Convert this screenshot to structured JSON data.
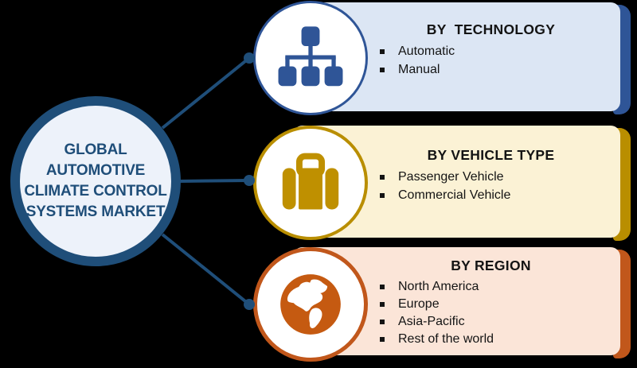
{
  "background_color": "#000000",
  "connector_color": "#1F4E79",
  "main_circle": {
    "lines": [
      "GLOBAL",
      "AUTOMOTIVE",
      "CLIMATE CONTROL",
      "SYSTEMS MARKET"
    ],
    "fill_color": "#EDF2FA",
    "border_color": "#1F4E79",
    "text_color": "#1F4E79"
  },
  "panels": [
    {
      "id": "technology",
      "title": "BY  TECHNOLOGY",
      "items": [
        "Automatic",
        "Manual"
      ],
      "icon": "sitemap-icon",
      "body_color": "#DCE6F4",
      "accent_color": "#2F5597"
    },
    {
      "id": "vehicle-type",
      "title": "BY VEHICLE TYPE",
      "items": [
        "Passenger Vehicle",
        "Commercial Vehicle"
      ],
      "icon": "briefcase-icon",
      "body_color": "#FBF2D5",
      "accent_color": "#BF9000"
    },
    {
      "id": "region",
      "title": "BY REGION",
      "items": [
        "North America",
        "Europe",
        "Asia-Pacific",
        "Rest of the world"
      ],
      "icon": "globe-icon",
      "body_color": "#FBE5D8",
      "accent_color": "#C55A11"
    }
  ]
}
